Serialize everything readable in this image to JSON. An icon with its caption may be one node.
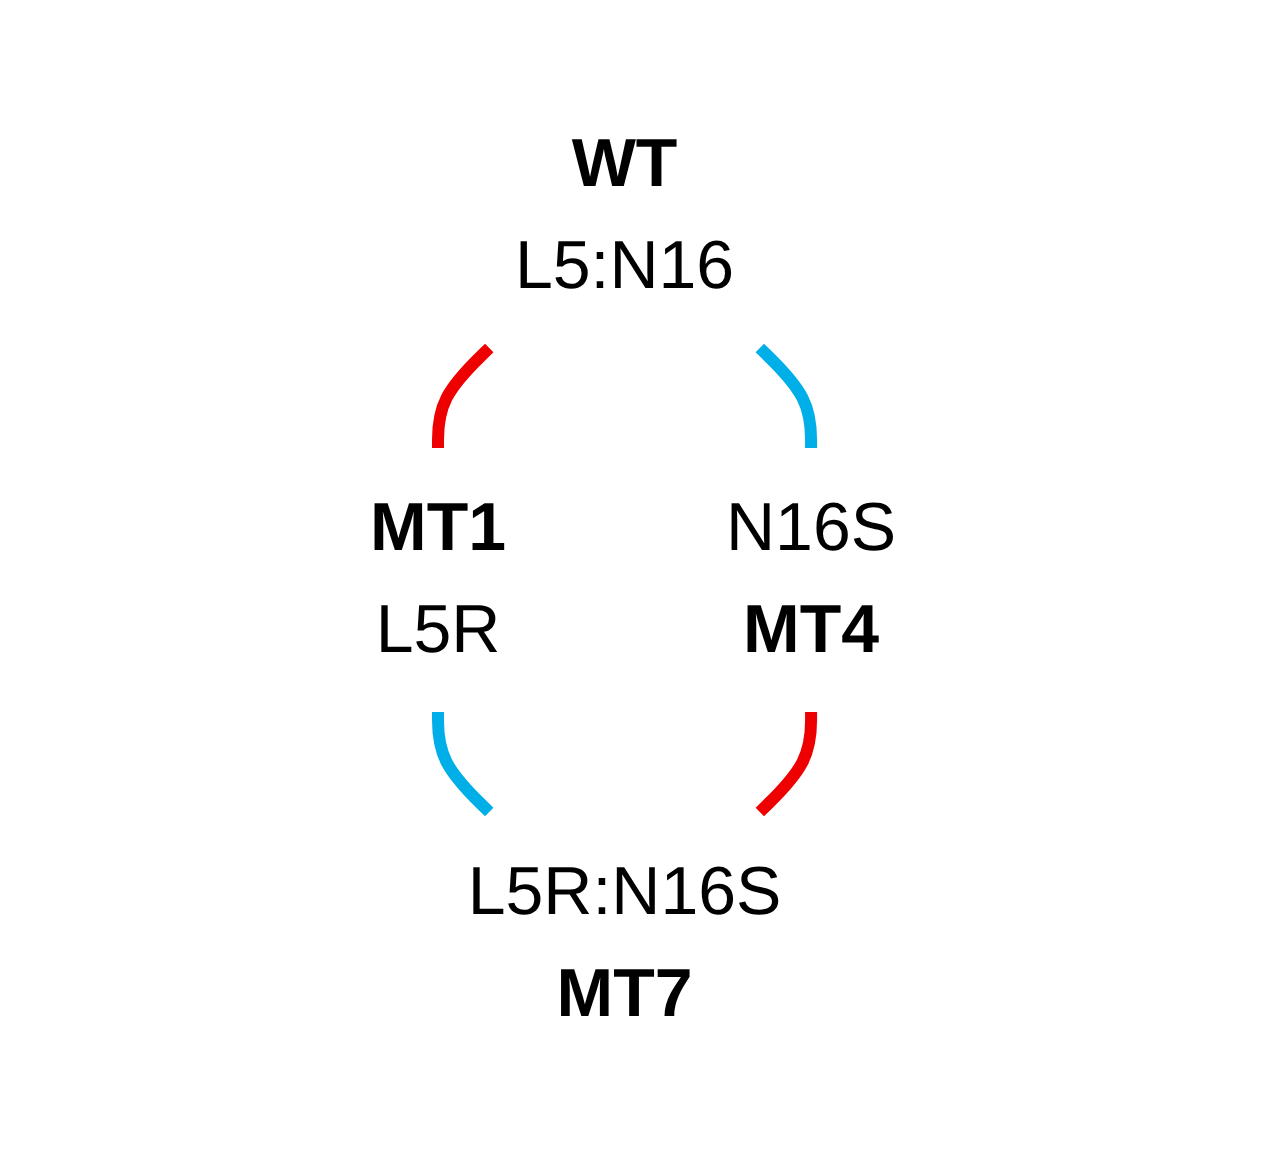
{
  "diagram": {
    "nodes": [
      {
        "text": [
          "WT",
          "L5:N16"
        ]
      },
      {
        "text": [
          "MT1",
          "L5R"
        ]
      },
      {
        "text": [
          "N16S",
          "MT4"
        ]
      },
      {
        "text": [
          "L5R:N16S",
          "MT7"
        ]
      }
    ],
    "edges": [
      {
        "from": 0,
        "to": 1,
        "arrow": "none",
        "color": "#ee0000"
      },
      {
        "from": 0,
        "to": 2,
        "arrow": "none",
        "color": "#00aee8"
      },
      {
        "from": 1,
        "to": 3,
        "arrow": "none",
        "color": "#00aee8"
      },
      {
        "from": 2,
        "to": 3,
        "arrow": "none",
        "color": "#ee0000"
      }
    ]
  }
}
